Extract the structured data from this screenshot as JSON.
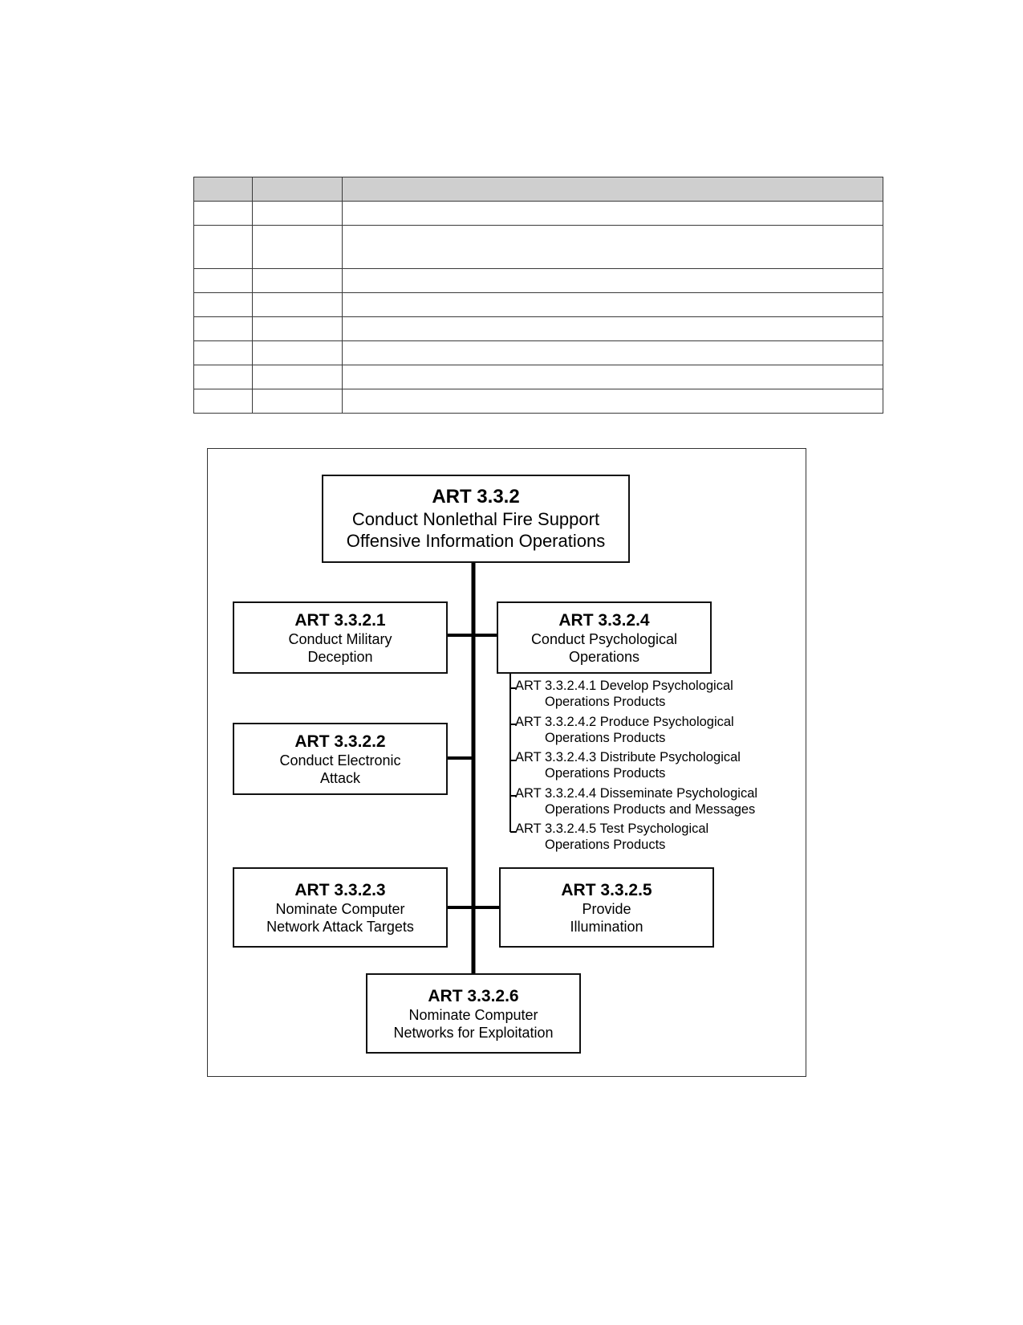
{
  "table": {
    "rows": 9
  },
  "diagram": {
    "root": {
      "code": "ART 3.3.2",
      "line1": "Conduct Nonlethal Fire Support",
      "line2": "Offensive Information Operations"
    },
    "nodes": [
      {
        "code": "ART 3.3.2.1",
        "line1": "Conduct Military",
        "line2": "Deception"
      },
      {
        "code": "ART 3.3.2.2",
        "line1": "Conduct Electronic",
        "line2": "Attack"
      },
      {
        "code": "ART 3.3.2.3",
        "line1": "Nominate Computer",
        "line2": "Network Attack Targets"
      },
      {
        "code": "ART 3.3.2.4",
        "line1": "Conduct Psychological",
        "line2": "Operations"
      },
      {
        "code": "ART 3.3.2.5",
        "line1": "Provide",
        "line2": "Illumination"
      },
      {
        "code": "ART 3.3.2.6",
        "line1": "Nominate Computer",
        "line2": "Networks for Exploitation"
      }
    ],
    "subtasks": [
      {
        "line1": "ART 3.3.2.4.1 Develop Psychological",
        "line2": "Operations Products"
      },
      {
        "line1": "ART 3.3.2.4.2 Produce Psychological",
        "line2": "Operations Products"
      },
      {
        "line1": "ART 3.3.2.4.3 Distribute Psychological",
        "line2": "Operations Products"
      },
      {
        "line1": "ART 3.3.2.4.4 Disseminate Psychological",
        "line2": "Operations Products and Messages"
      },
      {
        "line1": "ART 3.3.2.4.5 Test Psychological",
        "line2": "Operations Products"
      }
    ]
  }
}
